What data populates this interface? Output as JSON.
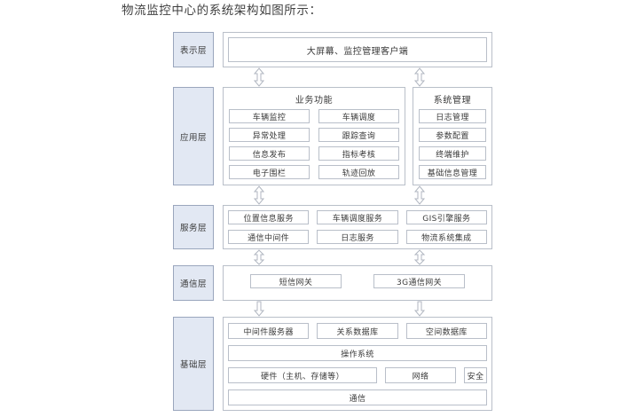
{
  "title": "物流监控中心的系统架构如图所示：",
  "theme": {
    "layer_label_fill": "#e2e8f3",
    "layer_label_border": "#9aa6bd",
    "box_border": "#b9bfc9",
    "box_fill": "#ffffff",
    "text_color": "#3a3a3a",
    "page_background": "#ffffff"
  },
  "diagram": {
    "type": "layered-architecture",
    "layer_count": 5,
    "layers": [
      {
        "id": "presentation",
        "label": "表示层",
        "nodes": [
          {
            "label": "大屏幕、监控管理客户端"
          }
        ]
      },
      {
        "id": "application",
        "label": "应用层",
        "groups": [
          {
            "id": "business-functions",
            "title": "业务功能",
            "nodes": [
              {
                "label": "车辆监控"
              },
              {
                "label": "车辆调度"
              },
              {
                "label": "异常处理"
              },
              {
                "label": "跟踪查询"
              },
              {
                "label": "信息发布"
              },
              {
                "label": "指标考核"
              },
              {
                "label": "电子围栏"
              },
              {
                "label": "轨迹回放"
              }
            ]
          },
          {
            "id": "system-management",
            "title": "系统管理",
            "nodes": [
              {
                "label": "日志管理"
              },
              {
                "label": "参数配置"
              },
              {
                "label": "终端维护"
              },
              {
                "label": "基础信息管理"
              }
            ]
          }
        ]
      },
      {
        "id": "service",
        "label": "服务层",
        "nodes": [
          {
            "label": "位置信息服务"
          },
          {
            "label": "车辆调度服务"
          },
          {
            "label": "GIS引擎服务"
          },
          {
            "label": "通信中间件"
          },
          {
            "label": "日志服务"
          },
          {
            "label": "物流系统集成"
          }
        ]
      },
      {
        "id": "communication",
        "label": "通信层",
        "nodes": [
          {
            "label": "短信网关"
          },
          {
            "label": "3G通信网关"
          }
        ]
      },
      {
        "id": "infrastructure",
        "label": "基础层",
        "rows": [
          {
            "id": "infra-servers",
            "nodes": [
              {
                "label": "中间件服务器"
              },
              {
                "label": "关系数据库"
              },
              {
                "label": "空间数据库"
              }
            ]
          },
          {
            "id": "infra-os",
            "nodes": [
              {
                "label": "操作系统"
              }
            ]
          },
          {
            "id": "infra-hardware",
            "nodes": [
              {
                "label": "硬件（主机、存储等）"
              },
              {
                "label": "网络"
              },
              {
                "label": "安全"
              }
            ]
          },
          {
            "id": "infra-network-bottom",
            "nodes": [
              {
                "label": "通信"
              }
            ]
          }
        ]
      }
    ],
    "connectors": [
      {
        "id": "pres-app-left",
        "kind": "double-arrow-vertical"
      },
      {
        "id": "pres-app-right",
        "kind": "double-arrow-vertical"
      },
      {
        "id": "app-svc-left",
        "kind": "double-arrow-vertical"
      },
      {
        "id": "app-svc-right",
        "kind": "double-arrow-vertical"
      },
      {
        "id": "svc-comm-left",
        "kind": "double-arrow-vertical"
      },
      {
        "id": "svc-comm-right",
        "kind": "double-arrow-vertical"
      },
      {
        "id": "comm-infra-left",
        "kind": "down-arrow-vertical"
      },
      {
        "id": "comm-infra-right",
        "kind": "down-arrow-vertical"
      }
    ]
  }
}
